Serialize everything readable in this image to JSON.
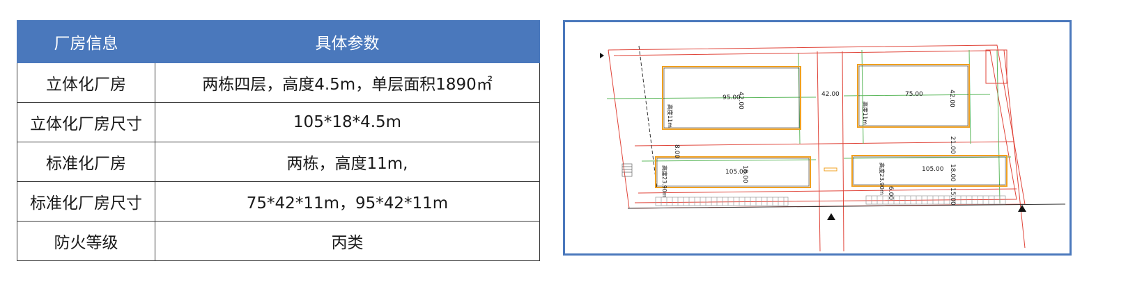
{
  "table": {
    "header": {
      "col_label": "厂房信息",
      "col_value": "具体参数"
    },
    "rows": [
      {
        "label": "立体化厂房",
        "value": "两栋四层，高度4.5m，单层面积1890㎡"
      },
      {
        "label": "立体化厂房尺寸",
        "value": "105*18*4.5m"
      },
      {
        "label": "标准化厂房",
        "value": "两栋，高度11m,"
      },
      {
        "label": "标准化厂房尺寸",
        "value": "75*42*11m，95*42*11m"
      },
      {
        "label": "防火等级",
        "value": "丙类"
      }
    ]
  },
  "site_plan": {
    "dimensions": {
      "left_building_length": "95.00",
      "left_building_width": "42.00",
      "road_gap": "42.00",
      "right_building_length": "75.00",
      "right_building_width": "42.00",
      "building_height_left": "高度11m",
      "building_height_right": "高度11m",
      "left_low_length": "105.00",
      "left_low_width": "18.00",
      "left_low_offset": "8.00",
      "left_low_height": "高度23.90m",
      "right_low_length": "105.00",
      "right_low_width": "18.00",
      "right_low_height": "高度23.90m",
      "right_gap_top": "21.00",
      "right_gap_bottom": "15.00",
      "right_low_setback": "6.00"
    }
  },
  "colors": {
    "header_bg": "#4a78bc",
    "frame": "#4a78bc",
    "site_boundary": "#e0453a",
    "building_outline": "#f0a020",
    "green_lines": "#5cb85c"
  }
}
